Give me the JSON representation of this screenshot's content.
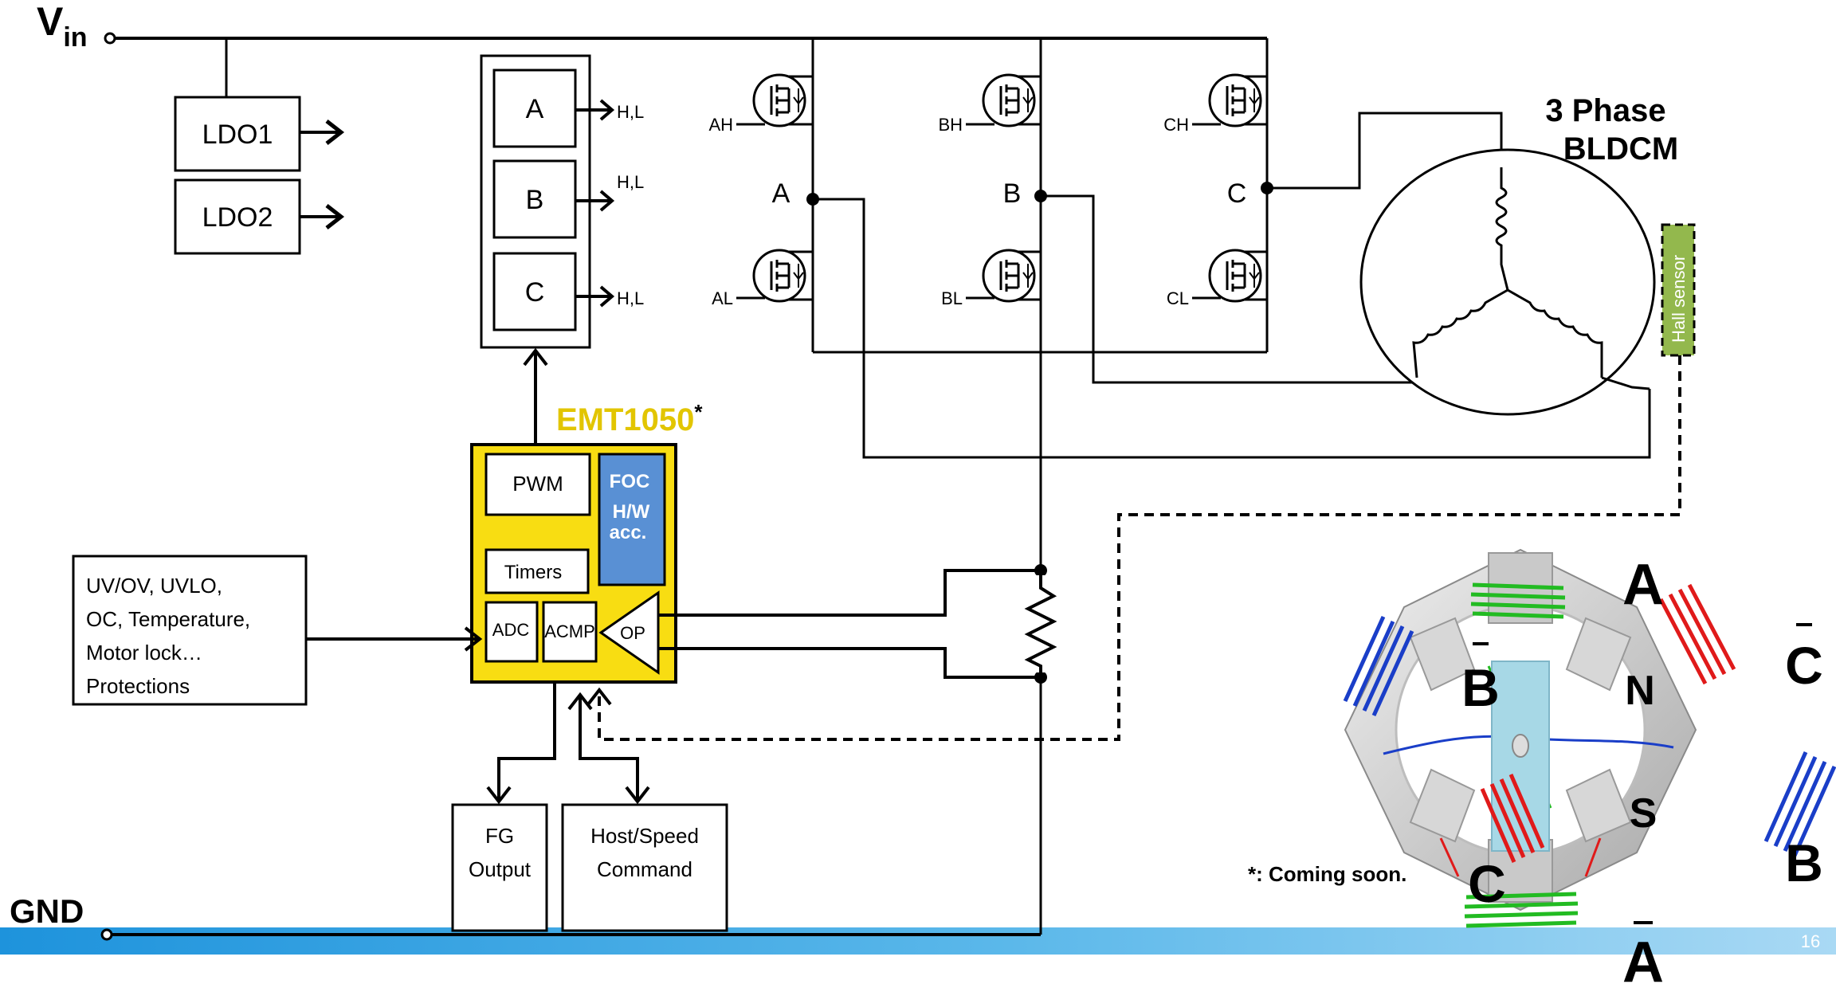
{
  "rails": {
    "vin_main": "V",
    "vin_sub": "in",
    "gnd": "GND"
  },
  "ldo": {
    "ldo1": "LDO1",
    "ldo2": "LDO2"
  },
  "gate_driver": {
    "a": "A",
    "b": "B",
    "c": "C",
    "out_a": "H,L",
    "out_b": "H,L",
    "out_c": "H,L"
  },
  "bridge": {
    "ah": "AH",
    "bh": "BH",
    "ch": "CH",
    "al": "AL",
    "bl": "BL",
    "cl": "CL",
    "node_a": "A",
    "node_b": "B",
    "node_c": "C"
  },
  "motor": {
    "title_line1": "3 Phase",
    "title_line2": "BLDCM",
    "hall": "Hall sensor"
  },
  "controller": {
    "name": "EMT1050",
    "mark": "*",
    "pwm": "PWM",
    "foc_line1": "FOC",
    "foc_line2": "H/W",
    "foc_line3": "acc.",
    "timers": "Timers",
    "adc": "ADC",
    "acmp": "ACMP",
    "op": "OP"
  },
  "protections": {
    "line1": "UV/OV, UVLO,",
    "line2": "OC, Temperature,",
    "line3": "Motor lock…",
    "line4": "Protections"
  },
  "io": {
    "fg_line1": "FG",
    "fg_line2": "Output",
    "host_line1": "Host/Speed",
    "host_line2": "Command"
  },
  "rotor": {
    "a": "A",
    "a_bar": "A",
    "b": "B",
    "b_bar": "B",
    "c": "C",
    "c_bar": "C",
    "n": "N",
    "s": "S"
  },
  "footnote": "*: Coming soon.",
  "page_number": "16",
  "colors": {
    "controller_fill": "#f8dd12",
    "controller_name": "#e2c500",
    "foc_fill": "#5990d4",
    "hall_fill": "#93b84d",
    "footer_bar": "#3aa2e0",
    "coil_green": "#22bb22",
    "coil_red": "#e01a1a",
    "coil_blue": "#1a3ec8",
    "magnet": "#a7d8e6"
  }
}
